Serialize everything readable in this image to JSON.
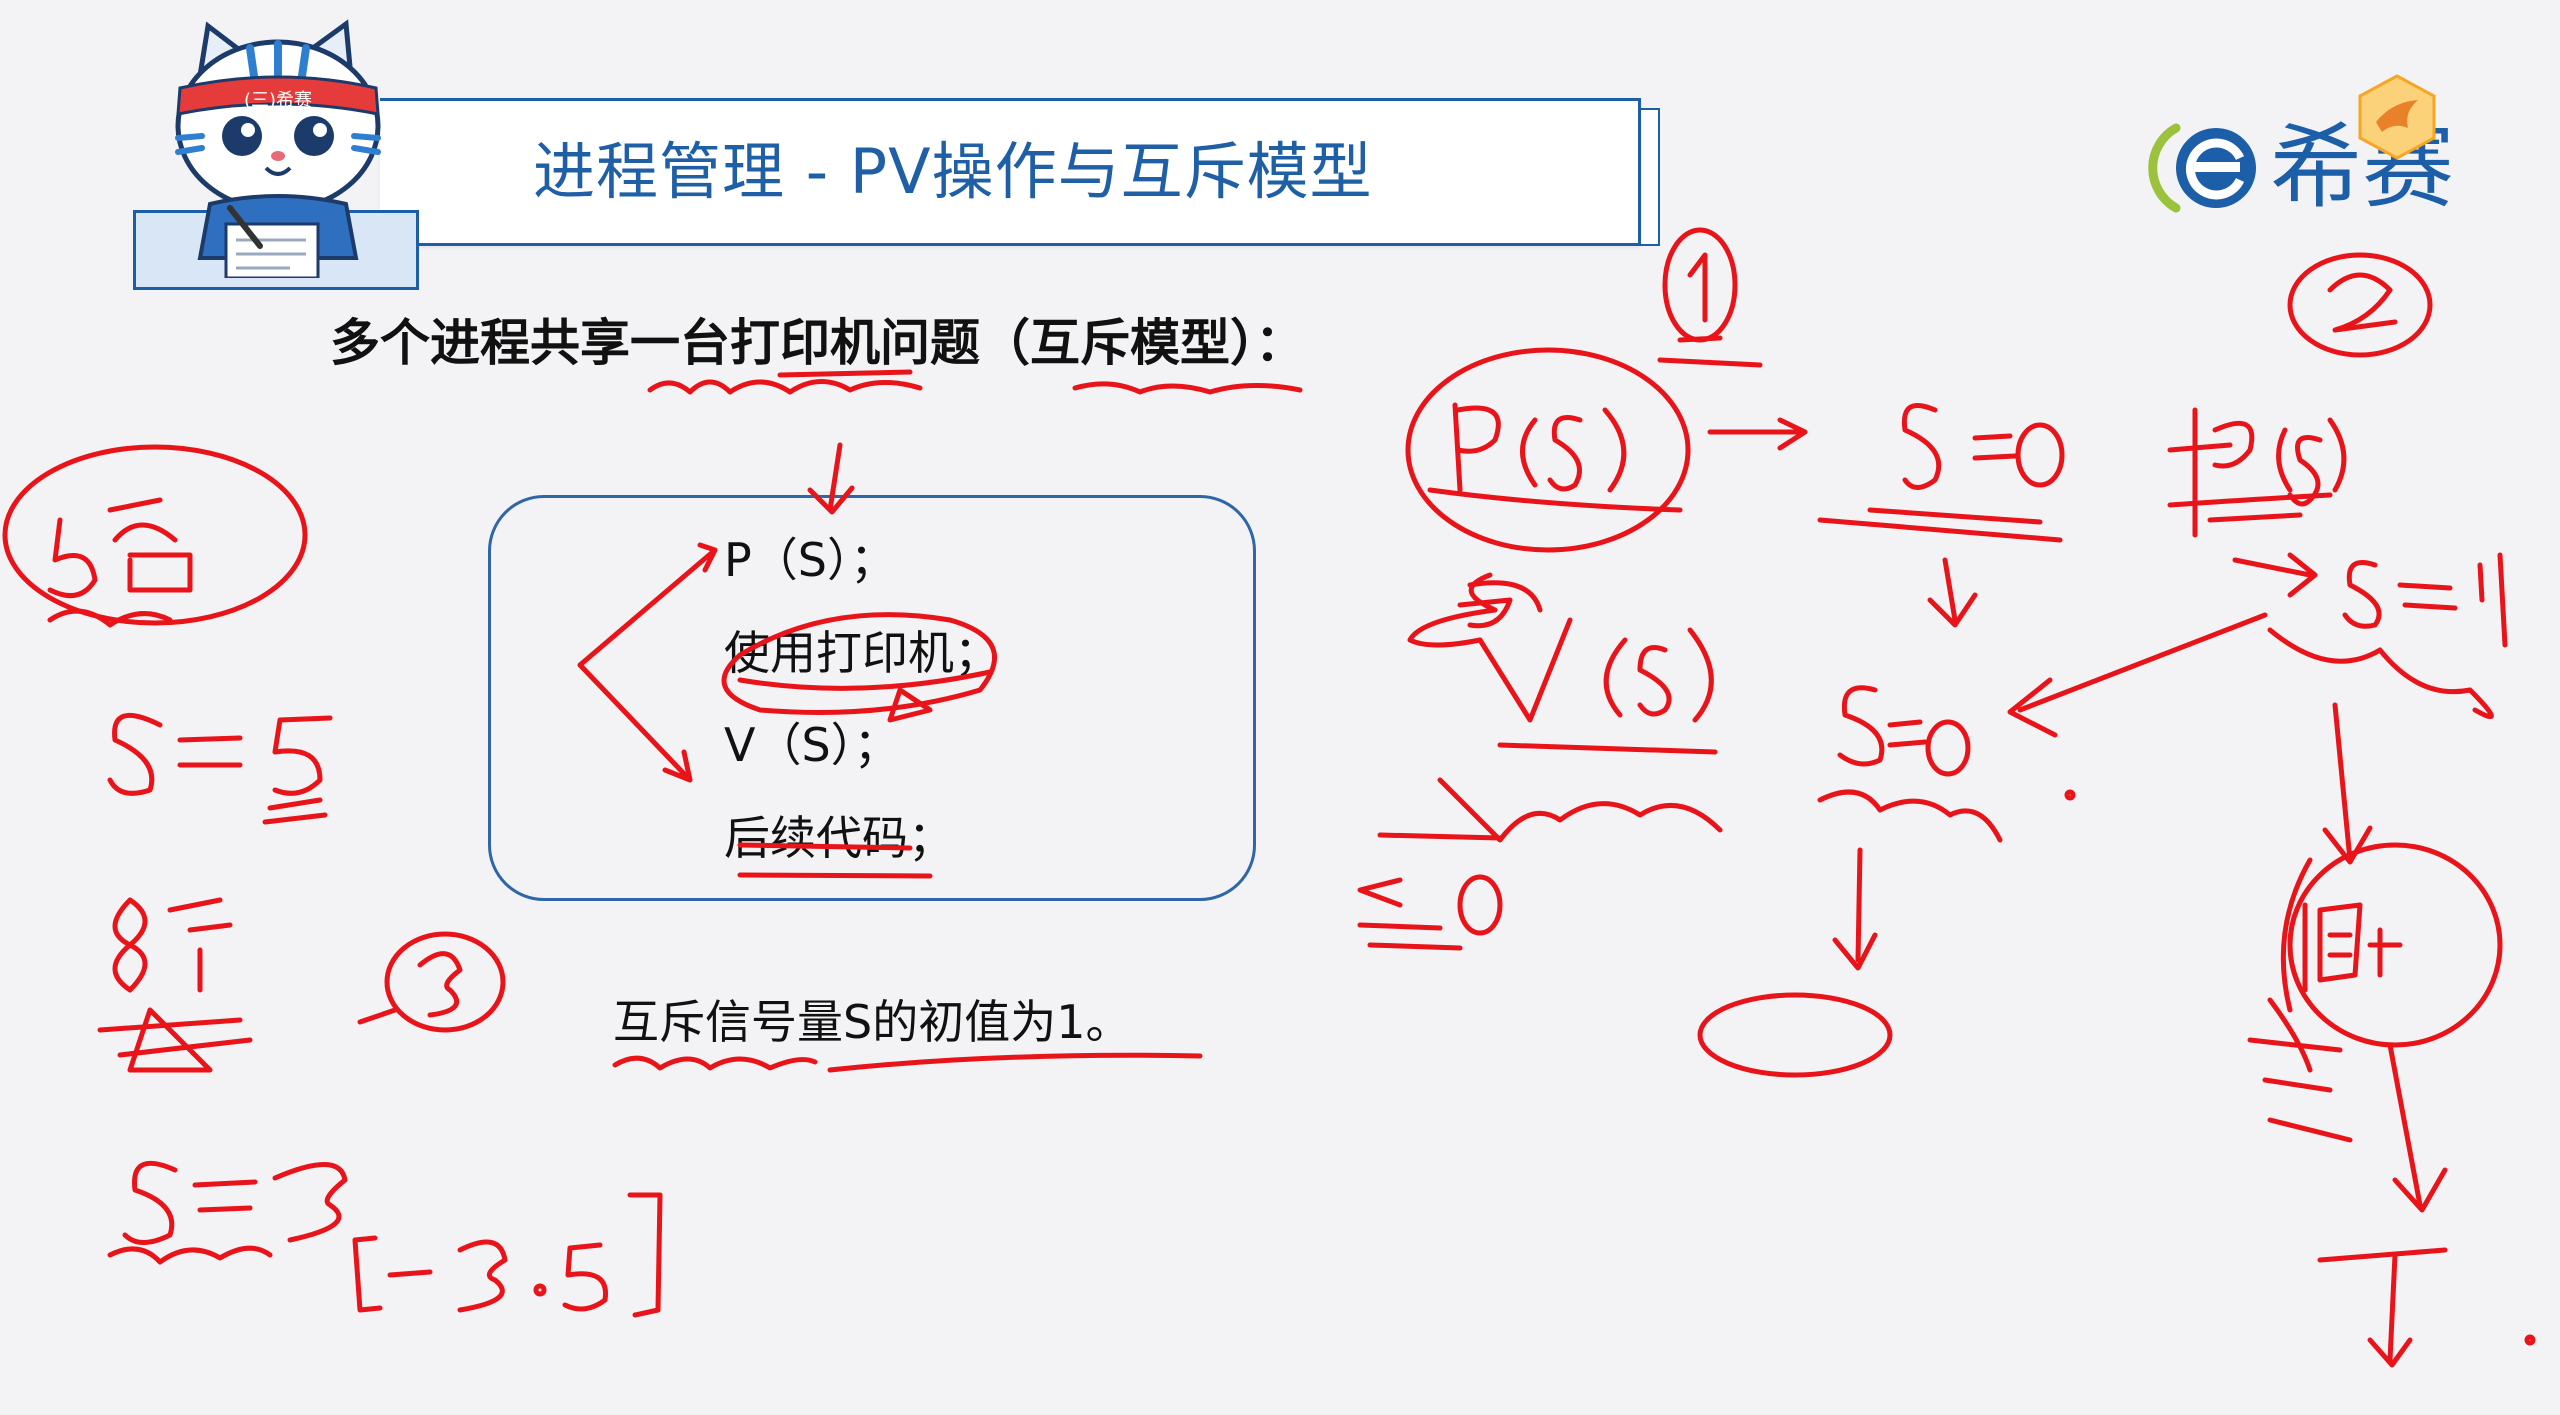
{
  "header": {
    "title": "进程管理 - PV操作与互斥模型",
    "mascot_headband": "(三)希赛"
  },
  "logo": {
    "text": "希赛"
  },
  "content": {
    "heading": "多个进程共享一台打印机问题（互斥模型）：",
    "code_lines": [
      "P（S）；",
      "使用打印机；",
      "V（S）；",
      "后续代码；"
    ],
    "note": "互斥信号量S的初值为1。"
  },
  "colors": {
    "title_blue": "#1f5fa6",
    "border_blue": "#1c5fa8",
    "ink_red": "#e8141a",
    "logo_green": "#9bc23c",
    "badge_orange": "#f5a623"
  }
}
